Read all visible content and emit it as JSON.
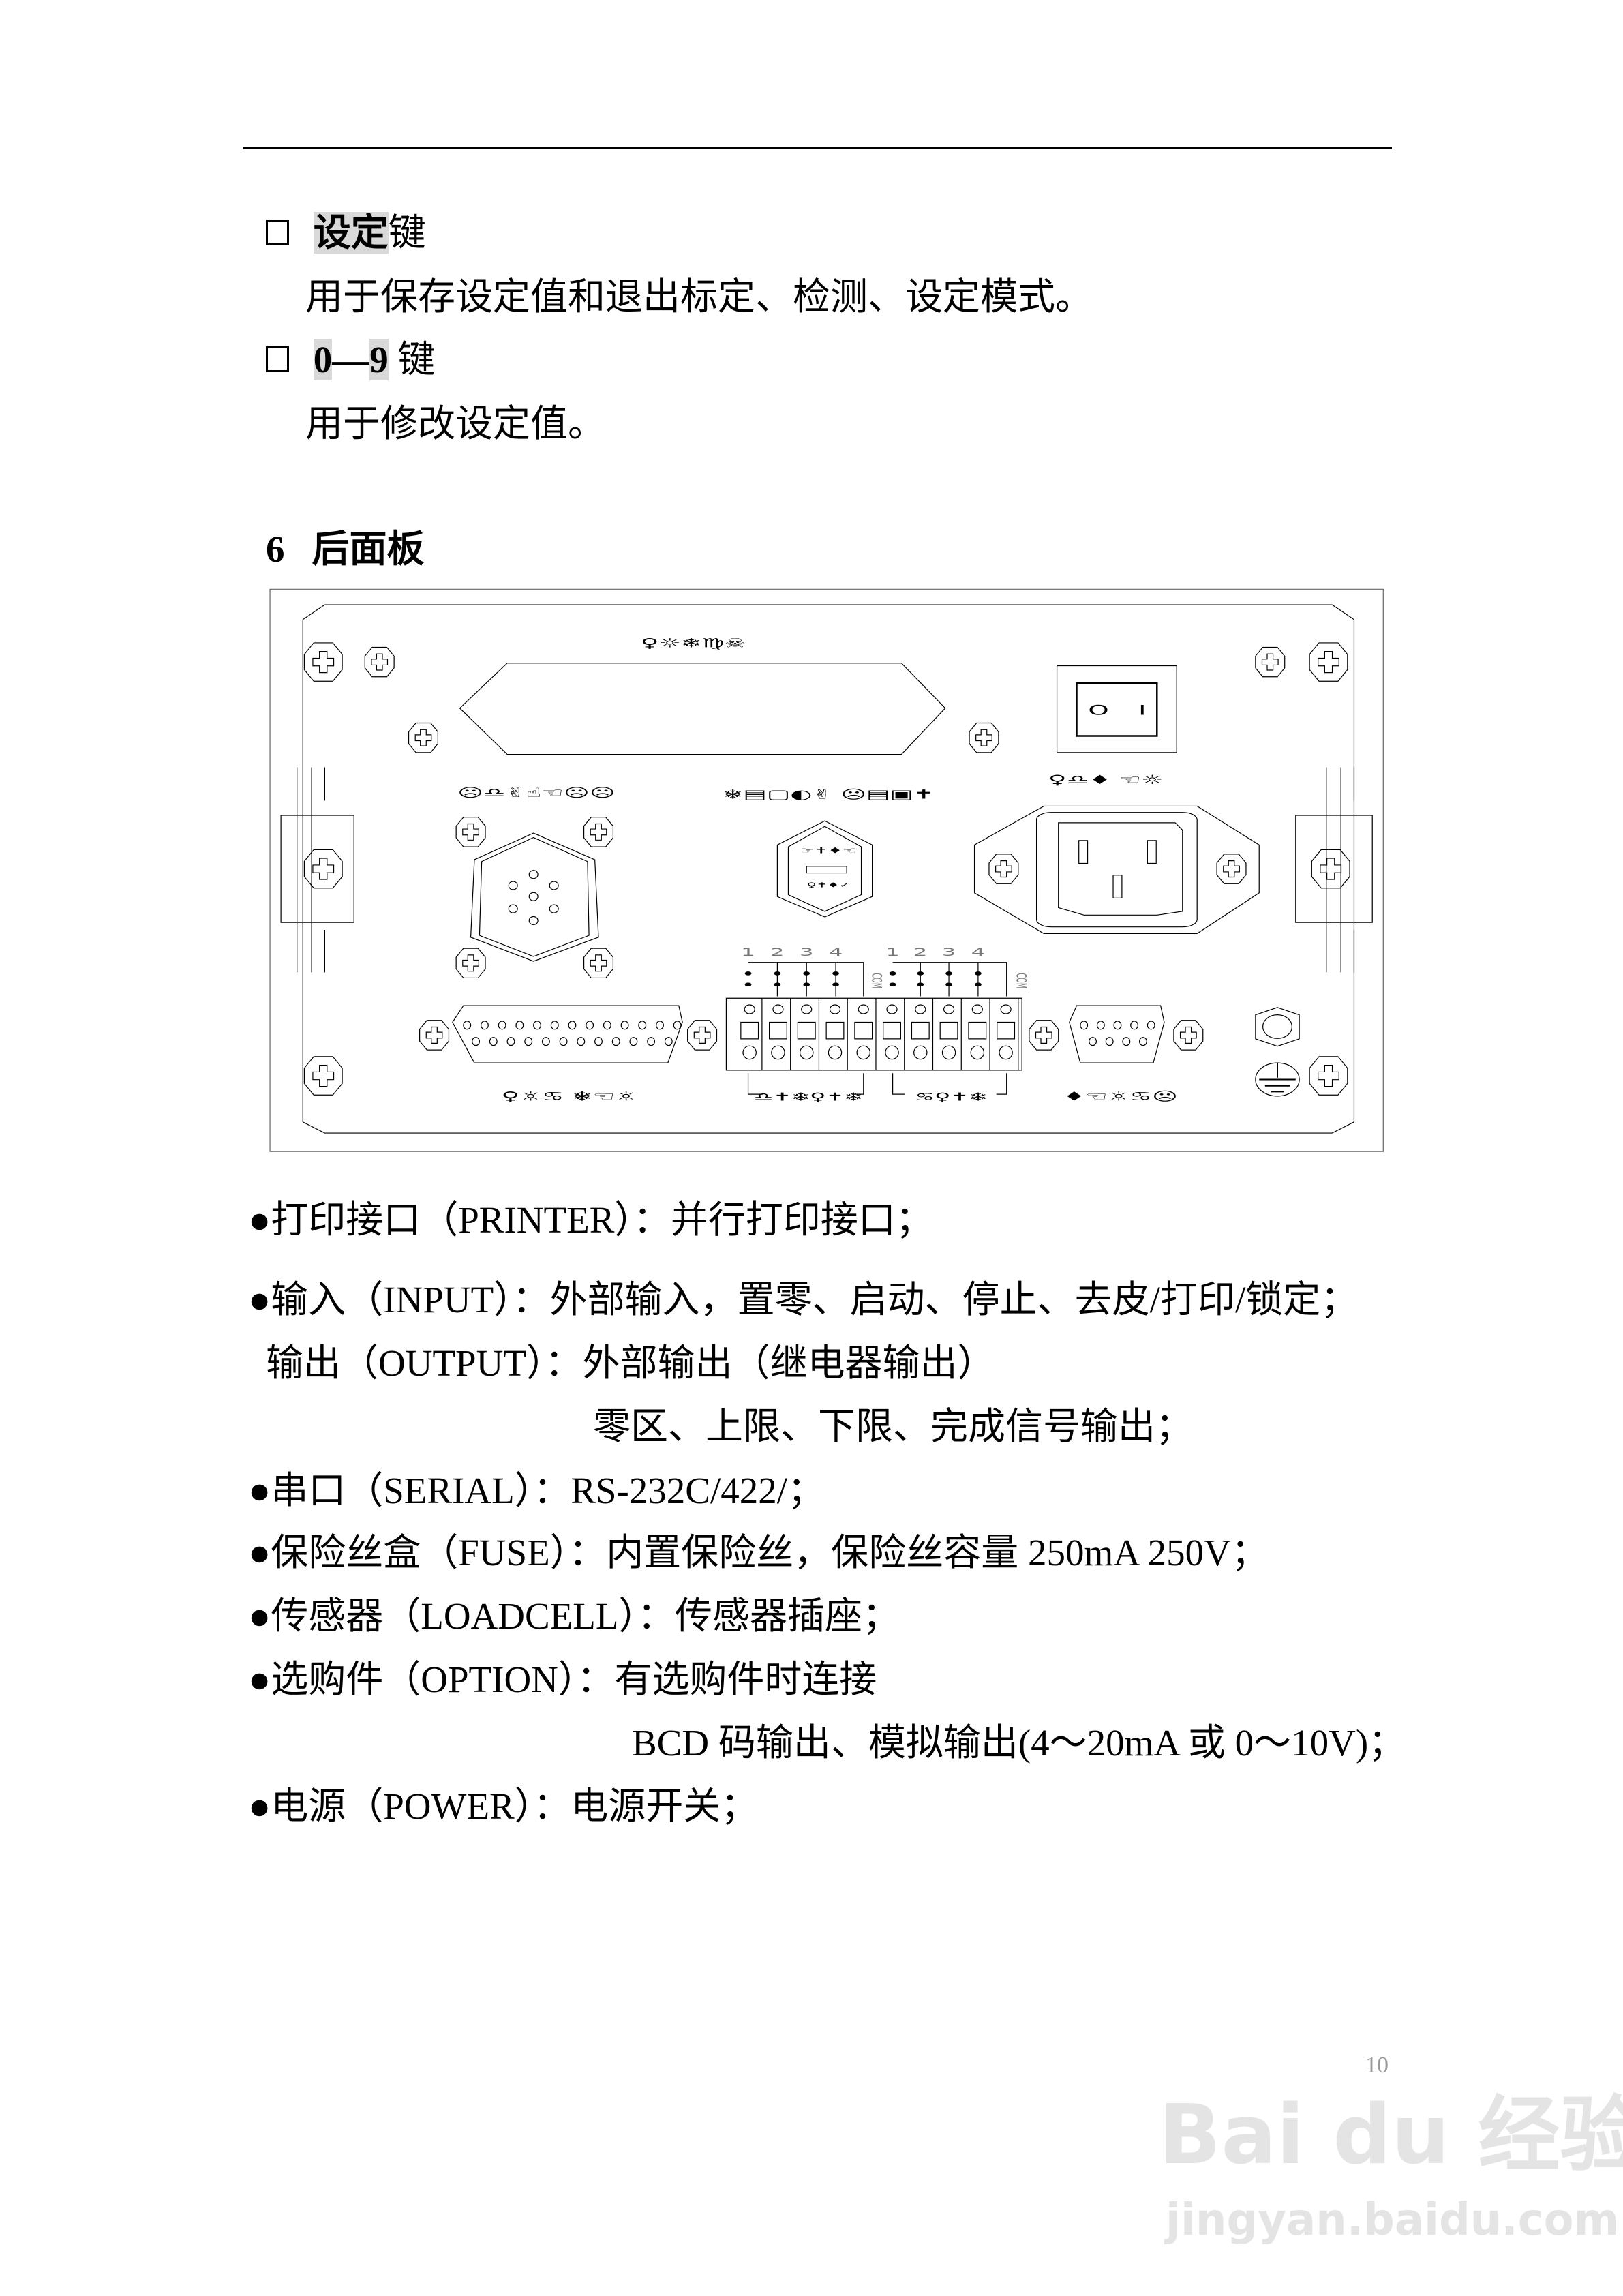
{
  "keys": [
    {
      "name_highlight": "设定",
      "name_rest": "键",
      "description": "用于保存设定值和退出标定、检测、设定模式。"
    },
    {
      "name_from": "0",
      "name_dash": "—",
      "name_to": "9",
      "name_rest": " 键",
      "description": "用于修改设定值。"
    }
  ],
  "section": {
    "number": "6",
    "title": "后面板"
  },
  "panel": {
    "labels": {
      "printer": "♀☼❄♍☠",
      "loadcell": "☹♎✌☝☜☹☹",
      "option": "❄▤▢◐✌ ☹▤▣✝",
      "power": "♀♎♦ ☜☼",
      "fuse_top": "☞✝♦☜",
      "fuse_bottom": "♀✝♦✓",
      "serial": "♀☼♋ ❄☜☼",
      "input": "♎✝❄♀✝❄",
      "output": "♋♀✝❄",
      "rs": "♦☜☼♋☹"
    },
    "terminal_numbers": [
      "1",
      "2",
      "3",
      "4"
    ],
    "com_label": "COM",
    "switch_off": "O",
    "switch_on": "I"
  },
  "bullets": [
    {
      "text": "●打印接口（PRINTER）：并行打印接口；"
    },
    {
      "text": "●输入（INPUT）：外部输入，置零、启动、停止、去皮/打印/锁定；"
    },
    {
      "text": "输出（OUTPUT）：外部输出（继电器输出）"
    },
    {
      "text": "零区、上限、下限、完成信号输出；"
    },
    {
      "text": "●串口（SERIAL）：RS-232C/422/；"
    },
    {
      "text": "●保险丝盒（FUSE）：内置保险丝，保险丝容量  250mA    250V；"
    },
    {
      "text": "●传感器（LOADCELL）：传感器插座；"
    },
    {
      "text": "●选购件（OPTION）：有选购件时连接"
    },
    {
      "text": "BCD 码输出、模拟输出(4～20mA 或 0～10V)；"
    },
    {
      "text": "●电源（POWER）：电源开关；"
    }
  ],
  "page_number": "10",
  "watermark": {
    "logo": "Bai du 经验",
    "url": "jingyan.baidu.com"
  }
}
